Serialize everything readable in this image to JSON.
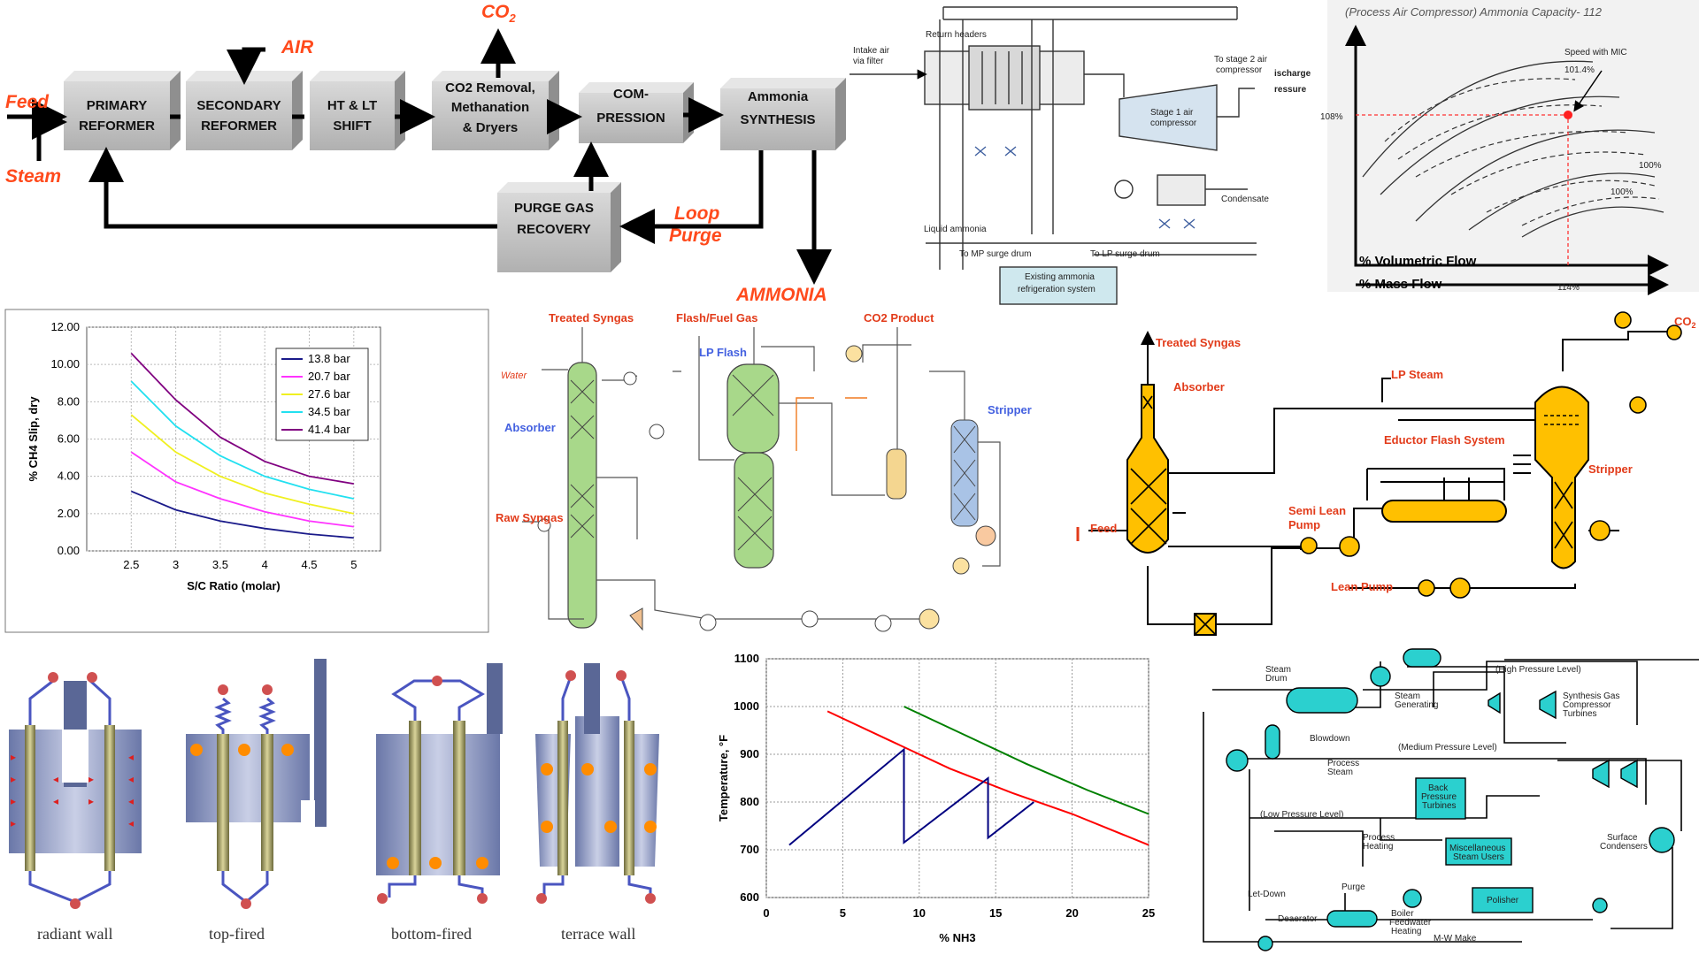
{
  "process_flow": {
    "feed": "Feed",
    "steam": "Steam",
    "air": "AIR",
    "co2": "CO",
    "co2_sub": "2",
    "loop_purge_1": "Loop",
    "loop_purge_2": "Purge",
    "ammonia": "AMMONIA",
    "blocks": [
      {
        "l1": "PRIMARY",
        "l2": "REFORMER"
      },
      {
        "l1": "SECONDARY",
        "l2": "REFORMER"
      },
      {
        "l1": "HT & LT",
        "l2": "SHIFT"
      },
      {
        "l1": "CO2 Removal,",
        "l2": "Methanation",
        "l3": "& Dryers"
      },
      {
        "l1": "COM-",
        "l2": "PRESSION"
      },
      {
        "l1": "Ammonia",
        "l2": "SYNTHESIS"
      },
      {
        "l1": "PURGE GAS",
        "l2": "RECOVERY"
      }
    ]
  },
  "compressor_diagram": {
    "return_headers": "Return headers",
    "intake_1": "Intake air",
    "intake_2": "via filter",
    "to_stage2_1": "To stage 2 air",
    "to_stage2_2": "compressor",
    "discharge_1": "ischarge",
    "discharge_2": "ressure",
    "stage1_1": "Stage 1 air",
    "stage1_2": "compressor",
    "condensate": "Condensate",
    "liquid_ammonia": "Liquid ammonia",
    "mp_drum": "To MP surge drum",
    "lp_drum": "To LP surge drum",
    "refrig_1": "Existing ammonia",
    "refrig_2": "refrigeration system"
  },
  "compressor_map": {
    "header": "(Process Air Compressor)  Ammonia Capacity- 112",
    "speed_1": "Speed with MIC",
    "speed_2": "101.4%",
    "y_mark": "108%",
    "c1": "100%",
    "c2": "100%",
    "x1": "% Volumetric Flow",
    "x2": "% Mass Flow",
    "x2_mark": "114%"
  },
  "slip_chart_data": {
    "type": "line",
    "xlabel": "S/C Ratio (molar)",
    "ylabel": "% CH4 Slip, dry",
    "xlim": [
      2.0,
      5.3
    ],
    "ylim": [
      0,
      12
    ],
    "xticks": [
      "2.5",
      "3",
      "3.5",
      "4",
      "4.5",
      "5"
    ],
    "yticks": [
      "0.00",
      "2.00",
      "4.00",
      "6.00",
      "8.00",
      "10.00",
      "12.00"
    ],
    "x": [
      2.5,
      3,
      3.5,
      4,
      4.5,
      5
    ],
    "series": [
      {
        "name": "13.8 bar",
        "color": "#1a1a8a",
        "values": [
          3.2,
          2.2,
          1.6,
          1.2,
          0.9,
          0.7
        ]
      },
      {
        "name": "20.7 bar",
        "color": "#ff33ff",
        "values": [
          5.3,
          3.7,
          2.8,
          2.1,
          1.6,
          1.3
        ]
      },
      {
        "name": "27.6 bar",
        "color": "#f0f020",
        "values": [
          7.3,
          5.3,
          4.0,
          3.1,
          2.5,
          2.0
        ]
      },
      {
        "name": "34.5 bar",
        "color": "#22e0f0",
        "values": [
          9.1,
          6.7,
          5.1,
          4.0,
          3.3,
          2.8
        ]
      },
      {
        "name": "41.4 bar",
        "color": "#800080",
        "values": [
          10.6,
          8.1,
          6.1,
          4.8,
          4.0,
          3.6
        ]
      }
    ]
  },
  "absorber_diagram": {
    "treated": "Treated Syngas",
    "flash": "Flash/Fuel Gas",
    "co2p": "CO2 Product",
    "lpflash": "LP Flash",
    "water": "Water",
    "absorber": "Absorber",
    "stripper": "Stripper",
    "raw": "Raw Syngas"
  },
  "eductor_diagram": {
    "treated": "Treated Syngas",
    "absorber": "Absorber",
    "lpsteam": "LP Steam",
    "eductor": "Eductor Flash System",
    "stripper": "Stripper",
    "feed": "Feed",
    "semi1": "Semi Lean",
    "semi2": "Pump",
    "lean": "Lean Pump",
    "co2": "CO",
    "co2_sub": "2"
  },
  "reformers": {
    "radiant": "radiant wall",
    "top": "top-fired",
    "bottom": "bottom-fired",
    "terrace": "terrace wall"
  },
  "temp_chart_data": {
    "type": "line",
    "xlabel": "% NH3",
    "ylabel": "Temperature, °F",
    "xlim": [
      0,
      25
    ],
    "ylim": [
      600,
      1100
    ],
    "xticks": [
      "0",
      "5",
      "10",
      "15",
      "20",
      "25"
    ],
    "yticks": [
      "600",
      "700",
      "800",
      "900",
      "1000",
      "1100"
    ],
    "series": [
      {
        "color": "#ff0000",
        "points": [
          [
            4,
            990
          ],
          [
            8,
            930
          ],
          [
            12,
            870
          ],
          [
            16,
            820
          ],
          [
            20,
            775
          ],
          [
            25,
            710
          ]
        ]
      },
      {
        "color": "#008000",
        "points": [
          [
            9,
            1000
          ],
          [
            13,
            940
          ],
          [
            17,
            880
          ],
          [
            21,
            825
          ],
          [
            25,
            775
          ]
        ]
      },
      {
        "color": "#000080",
        "points": [
          [
            1.5,
            710
          ],
          [
            9,
            910
          ],
          [
            9,
            715
          ],
          [
            14.5,
            850
          ],
          [
            14.5,
            725
          ],
          [
            17.5,
            800
          ]
        ]
      }
    ]
  },
  "steam_diagram": {
    "hp": "(High Pressure Level)",
    "mp": "(Medium Pressure Level)",
    "lp": "(Low Pressure Level)",
    "drum1": "Steam",
    "drum2": "Drum",
    "gen1": "Steam",
    "gen2": "Generating",
    "blowdown": "Blowdown",
    "syn1": "Synthesis Gas",
    "syn2": "Compressor",
    "syn3": "Turbines",
    "proc1": "Process",
    "proc2": "Steam",
    "bp1": "Back",
    "bp2": "Pressure",
    "bp3": "Turbines",
    "ph1": "Process",
    "ph2": "Heating",
    "misc1": "Miscellaneous",
    "misc2": "Steam Users",
    "surf1": "Surface",
    "surf2": "Condensers",
    "letdown": "Let-Down",
    "purge": "Purge",
    "deaerator": "Deaerator",
    "bfw1": "Boiler",
    "bfw2": "Feedwater",
    "bfw3": "Heating",
    "makeup": "M-W Make",
    "polisher": "Polisher"
  }
}
